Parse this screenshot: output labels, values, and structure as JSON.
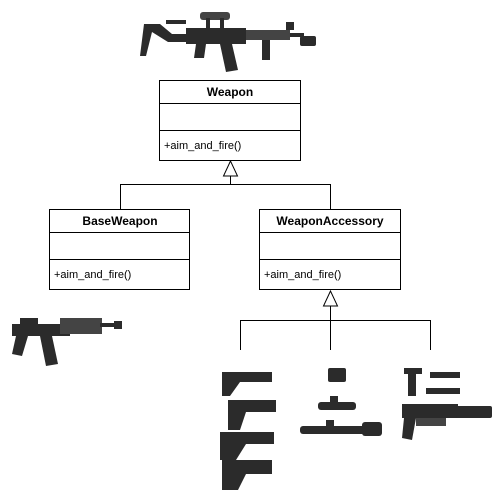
{
  "classes": {
    "weapon": {
      "name": "Weapon",
      "operation": "+aim_and_fire()"
    },
    "base_weapon": {
      "name": "BaseWeapon",
      "operation": "+aim_and_fire()"
    },
    "weapon_accessory": {
      "name": "WeaponAccessory",
      "operation": "+aim_and_fire()"
    }
  },
  "colors": {
    "line": "#000000",
    "box_fill": "#ffffff",
    "gun": "#2b2b2b"
  },
  "icons": [
    "assault-rifle-icon",
    "base-rifle-icon",
    "stock-icon",
    "sight-icon",
    "grip-icon",
    "suppressor-icon"
  ]
}
